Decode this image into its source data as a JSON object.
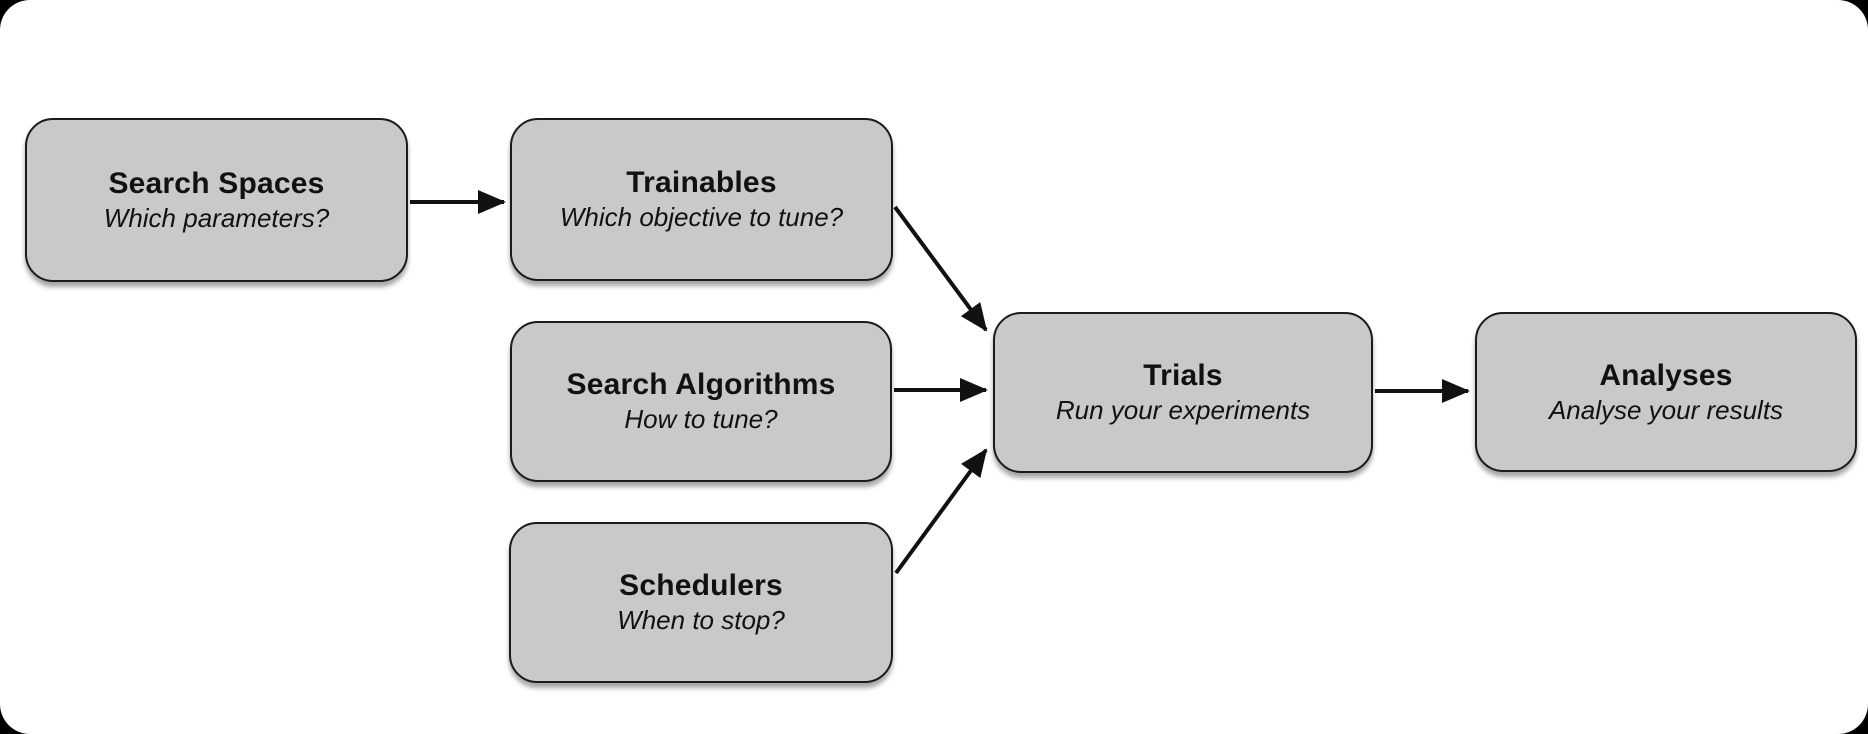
{
  "theme": {
    "frame_background": "#000000",
    "canvas_background": "#ffffff",
    "node_fill": "#c9c9c9",
    "node_border": "#1b1b1b",
    "text_color": "#111111",
    "arrow_color": "#111111"
  },
  "diagram": {
    "nodes": {
      "search_spaces": {
        "title": "Search Spaces",
        "subtitle": "Which parameters?"
      },
      "trainables": {
        "title": "Trainables",
        "subtitle": "Which objective to tune?"
      },
      "search_algorithms": {
        "title": "Search Algorithms",
        "subtitle": "How to tune?"
      },
      "schedulers": {
        "title": "Schedulers",
        "subtitle": "When to stop?"
      },
      "trials": {
        "title": "Trials",
        "subtitle": "Run your experiments"
      },
      "analyses": {
        "title": "Analyses",
        "subtitle": "Analyse your results"
      }
    },
    "edges": [
      {
        "from": "Search Spaces",
        "to": "Trainables"
      },
      {
        "from": "Trainables",
        "to": "Trials"
      },
      {
        "from": "Search Algorithms",
        "to": "Trials"
      },
      {
        "from": "Schedulers",
        "to": "Trials"
      },
      {
        "from": "Trials",
        "to": "Analyses"
      }
    ]
  }
}
